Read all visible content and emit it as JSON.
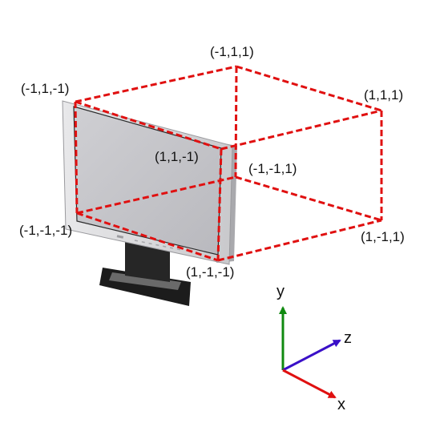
{
  "vertices": {
    "v_m1_1_m1": "(-1,1,-1)",
    "v_m1_1_1": "(-1,1,1)",
    "v_1_1_1": "(1,1,1)",
    "v_1_1_m1": "(1,1,-1)",
    "v_m1_m1_1": "(-1,-1,1)",
    "v_m1_m1_m1": "(-1,-1,-1)",
    "v_1_m1_1": "(1,-1,1)",
    "v_1_m1_m1": "(1,-1,-1)"
  },
  "axes": {
    "x": "x",
    "y": "y",
    "z": "z"
  },
  "colors": {
    "cube_edges": "#e01010",
    "x_axis": "#e01010",
    "y_axis": "#108a10",
    "z_axis": "#3a10c8",
    "monitor_bezel": "#d6d6d8",
    "monitor_screen": "#c4c4c8",
    "monitor_stand": "#1e1e1e"
  },
  "icons": {
    "monitor": "monitor-icon"
  }
}
